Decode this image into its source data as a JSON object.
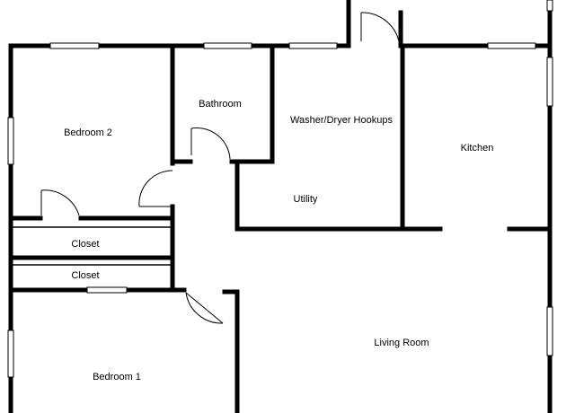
{
  "floorplan": {
    "colors": {
      "wall": "#000000",
      "background": "#ffffff",
      "window_pane": "#ffffff"
    },
    "rooms": {
      "bedroom_2": "Bedroom 2",
      "bathroom": "Bathroom",
      "washer_dryer": "Washer/Dryer Hookups",
      "kitchen": "Kitchen",
      "utility": "Utility",
      "closet_upper": "Closet",
      "closet_lower": "Closet",
      "living_room": "Living Room",
      "bedroom_1": "Bedroom 1"
    }
  }
}
